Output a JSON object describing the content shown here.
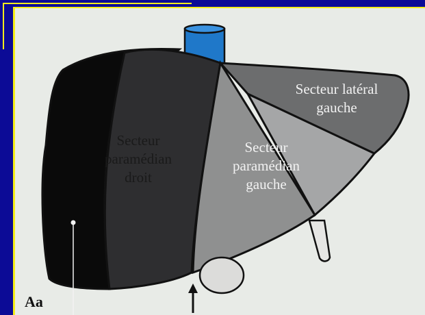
{
  "figure": {
    "panel_label": "Aa",
    "sectors": [
      {
        "id": "posterior-right",
        "label_lines": [],
        "color": "#0a0a0a"
      },
      {
        "id": "right-paramedian",
        "label_lines": [
          "Secteur",
          "paramédian",
          "droit"
        ],
        "color": "#2e2e30"
      },
      {
        "id": "left-paramedian",
        "label_lines": [
          "Secteur",
          "paramédian",
          "gauche"
        ],
        "color": "#8f9090"
      },
      {
        "id": "left-lateral",
        "label_lines": [
          "Secteur latéral",
          "gauche"
        ],
        "color": "#6c6d6e"
      },
      {
        "id": "left-lateral-inferior",
        "label_lines": [],
        "color": "#a5a6a7"
      }
    ],
    "vena_cava_color": "#1f78c9",
    "background_color": "#0c0b96",
    "accent_color": "#f4ee1a"
  }
}
